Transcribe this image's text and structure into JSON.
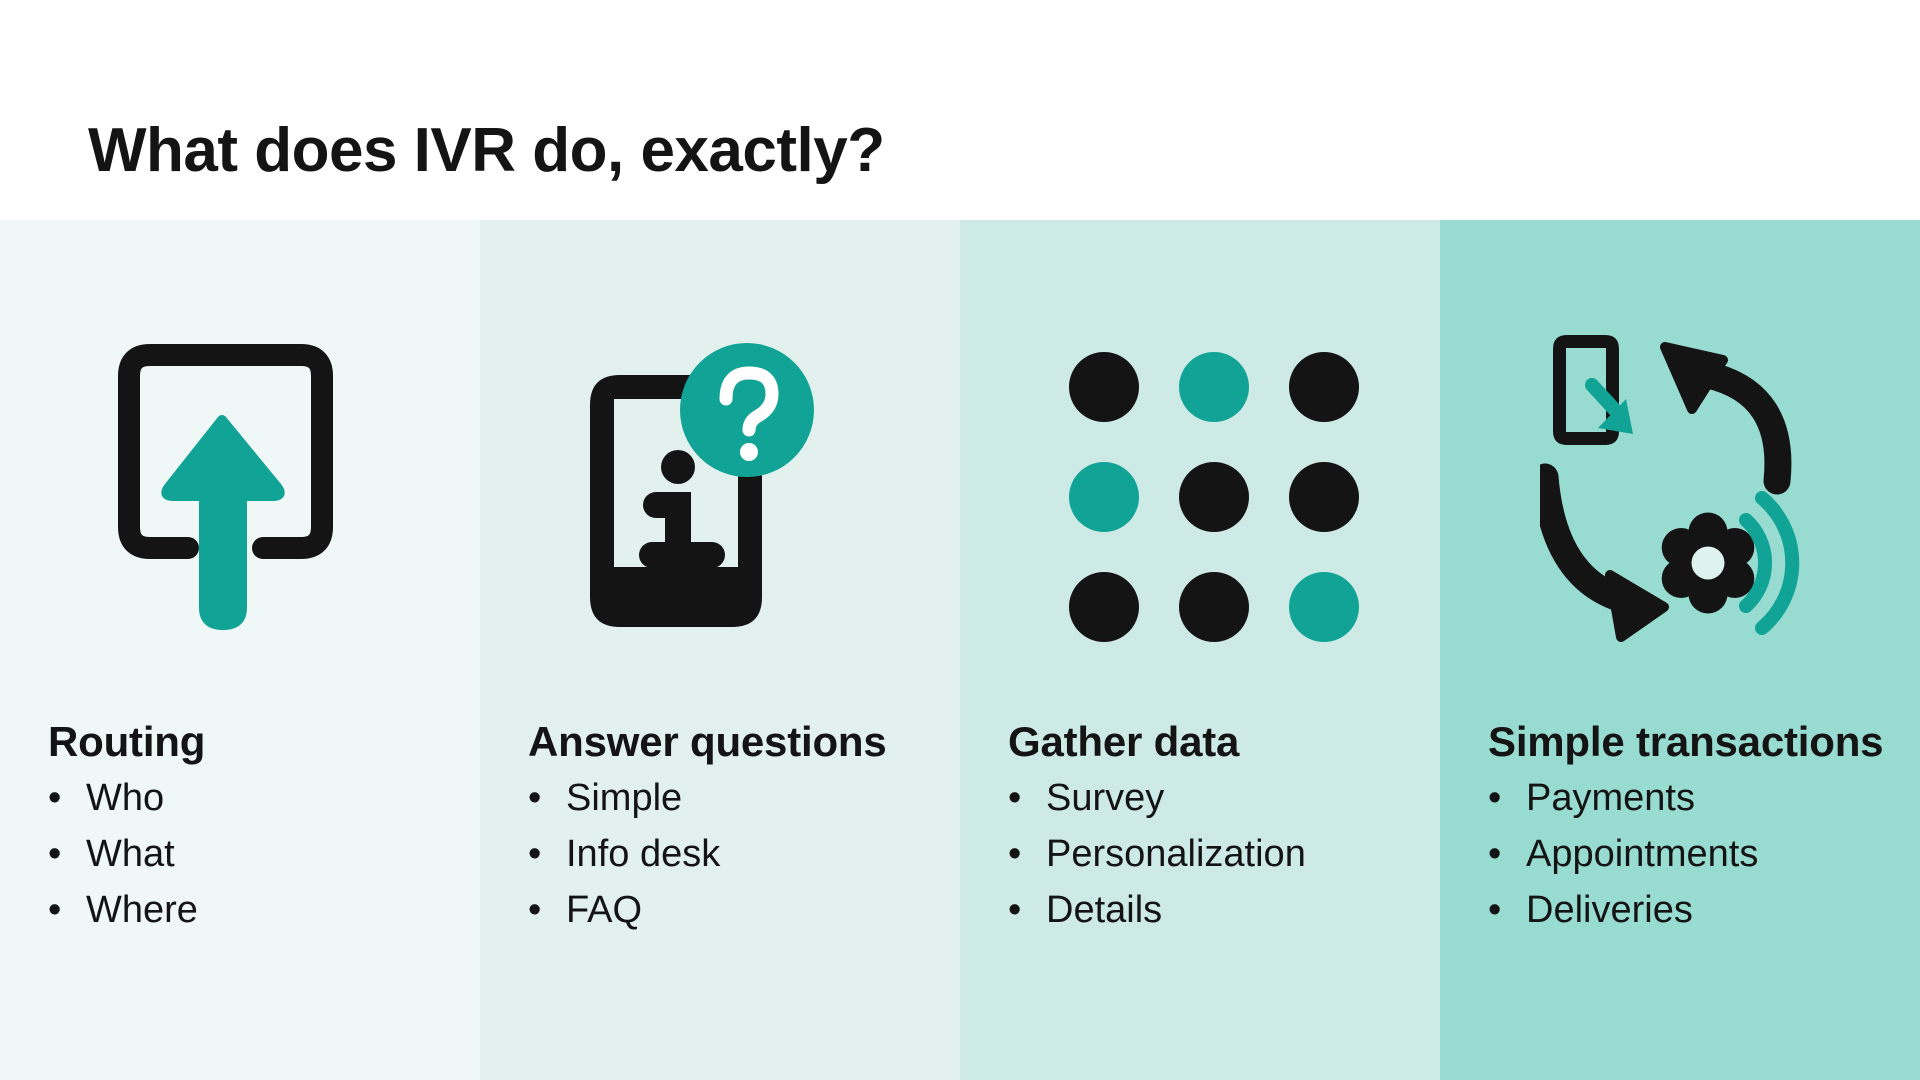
{
  "title": "What does IVR do, exactly?",
  "bullet": "•",
  "colors": {
    "ink": "#141414",
    "teal": "#11a496",
    "gear_center": "#dff3ee",
    "column_backgrounds": [
      "#eff8f6",
      "#e2f1ee",
      "#cdeae6",
      "#98dbd1"
    ]
  },
  "columns": [
    {
      "heading": "Routing",
      "icon": "arrow-up-from-box-icon",
      "items": [
        "Who",
        "What",
        "Where"
      ]
    },
    {
      "heading": "Answer questions",
      "icon": "phone-info-question-icon",
      "items": [
        "Simple",
        "Info desk",
        "FAQ"
      ]
    },
    {
      "heading": "Gather data",
      "icon": "keypad-dots-icon",
      "items": [
        "Survey",
        "Personalization",
        "Details"
      ]
    },
    {
      "heading": "Simple transactions",
      "icon": "device-sync-gear-icon",
      "items": [
        "Payments",
        "Appointments",
        "Deliveries"
      ]
    }
  ],
  "keypad_pattern": [
    [
      "ink",
      "teal",
      "ink"
    ],
    [
      "teal",
      "ink",
      "ink"
    ],
    [
      "ink",
      "ink",
      "teal"
    ]
  ]
}
